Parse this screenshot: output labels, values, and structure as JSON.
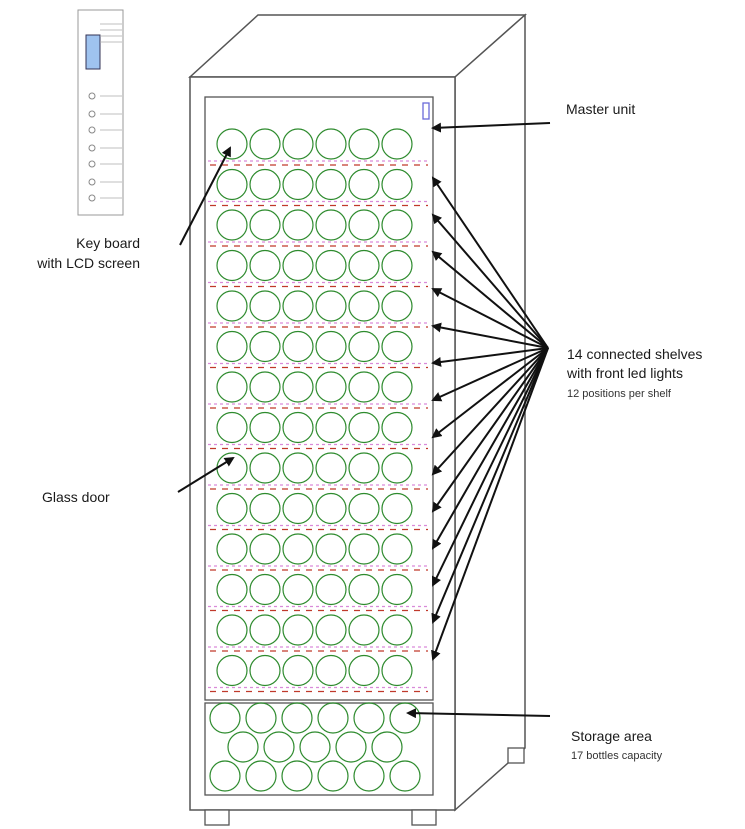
{
  "labels": {
    "keyboard": [
      "Key board",
      "with LCD screen"
    ],
    "glass_door": "Glass door",
    "master_unit": "Master unit",
    "shelves_title": [
      "14 connected shelves",
      "with front led lights"
    ],
    "shelves_sub": "12 positions per shelf",
    "storage_title": "Storage area",
    "storage_sub": "17 bottles capacity"
  },
  "shelf_rows": 14,
  "bottles_per_row_visible": 6,
  "storage_rows": [
    6,
    5,
    6
  ],
  "colors": {
    "outline": "#555555",
    "bottle": "#2e8b2e",
    "shelf_led_red": "#c0392b",
    "shelf_led_pink": "#d98ad9",
    "master_unit": "#6a6ad8",
    "arrow": "#111111"
  }
}
